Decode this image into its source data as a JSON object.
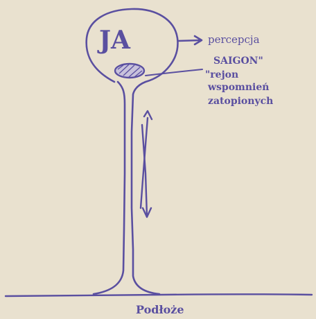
{
  "diagram": {
    "ego_label": "JA",
    "perception_label": "percepcja",
    "saigon_label": "SAIGON\"",
    "memory_region_line1": "\"rejon",
    "memory_region_line2": "wspomnień",
    "memory_region_line3": "zatopionych",
    "base_label": "Podłoże"
  },
  "colors": {
    "ink": "#5a4fa0",
    "paper": "#e9e1cf"
  }
}
